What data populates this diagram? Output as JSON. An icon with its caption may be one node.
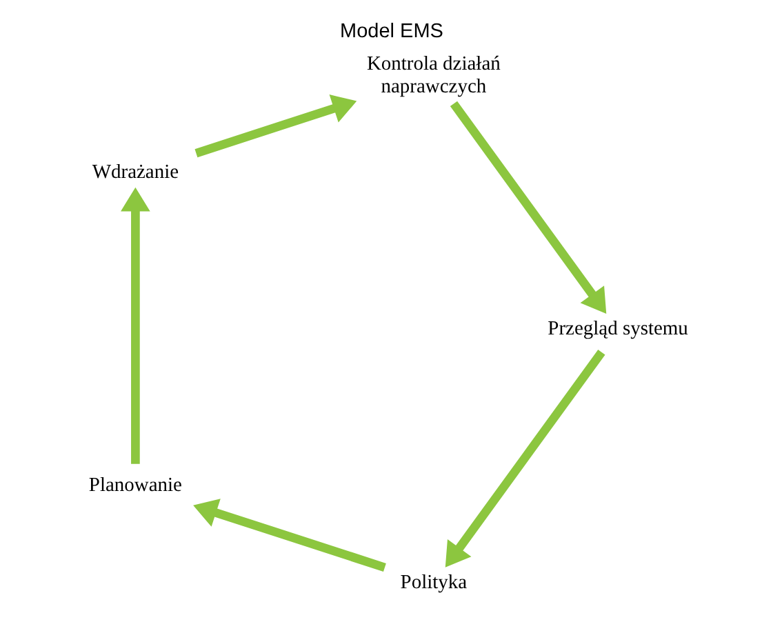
{
  "diagram": {
    "title": "Model EMS",
    "nodes": [
      {
        "text": [
          "Polityka"
        ]
      },
      {
        "text": [
          "Planowanie"
        ]
      },
      {
        "text": [
          "Wdrażanie"
        ]
      },
      {
        "text": [
          "Kontrola działań naprawczych"
        ]
      },
      {
        "text": [
          "Przegląd systemu"
        ]
      }
    ],
    "edges": [
      {
        "from": 0,
        "to": 1,
        "arrow": "to"
      },
      {
        "from": 1,
        "to": 2,
        "arrow": "to"
      },
      {
        "from": 2,
        "to": 3,
        "arrow": "to"
      },
      {
        "from": 3,
        "to": 4,
        "arrow": "to"
      },
      {
        "from": 4,
        "to": 0,
        "arrow": "to"
      }
    ]
  }
}
